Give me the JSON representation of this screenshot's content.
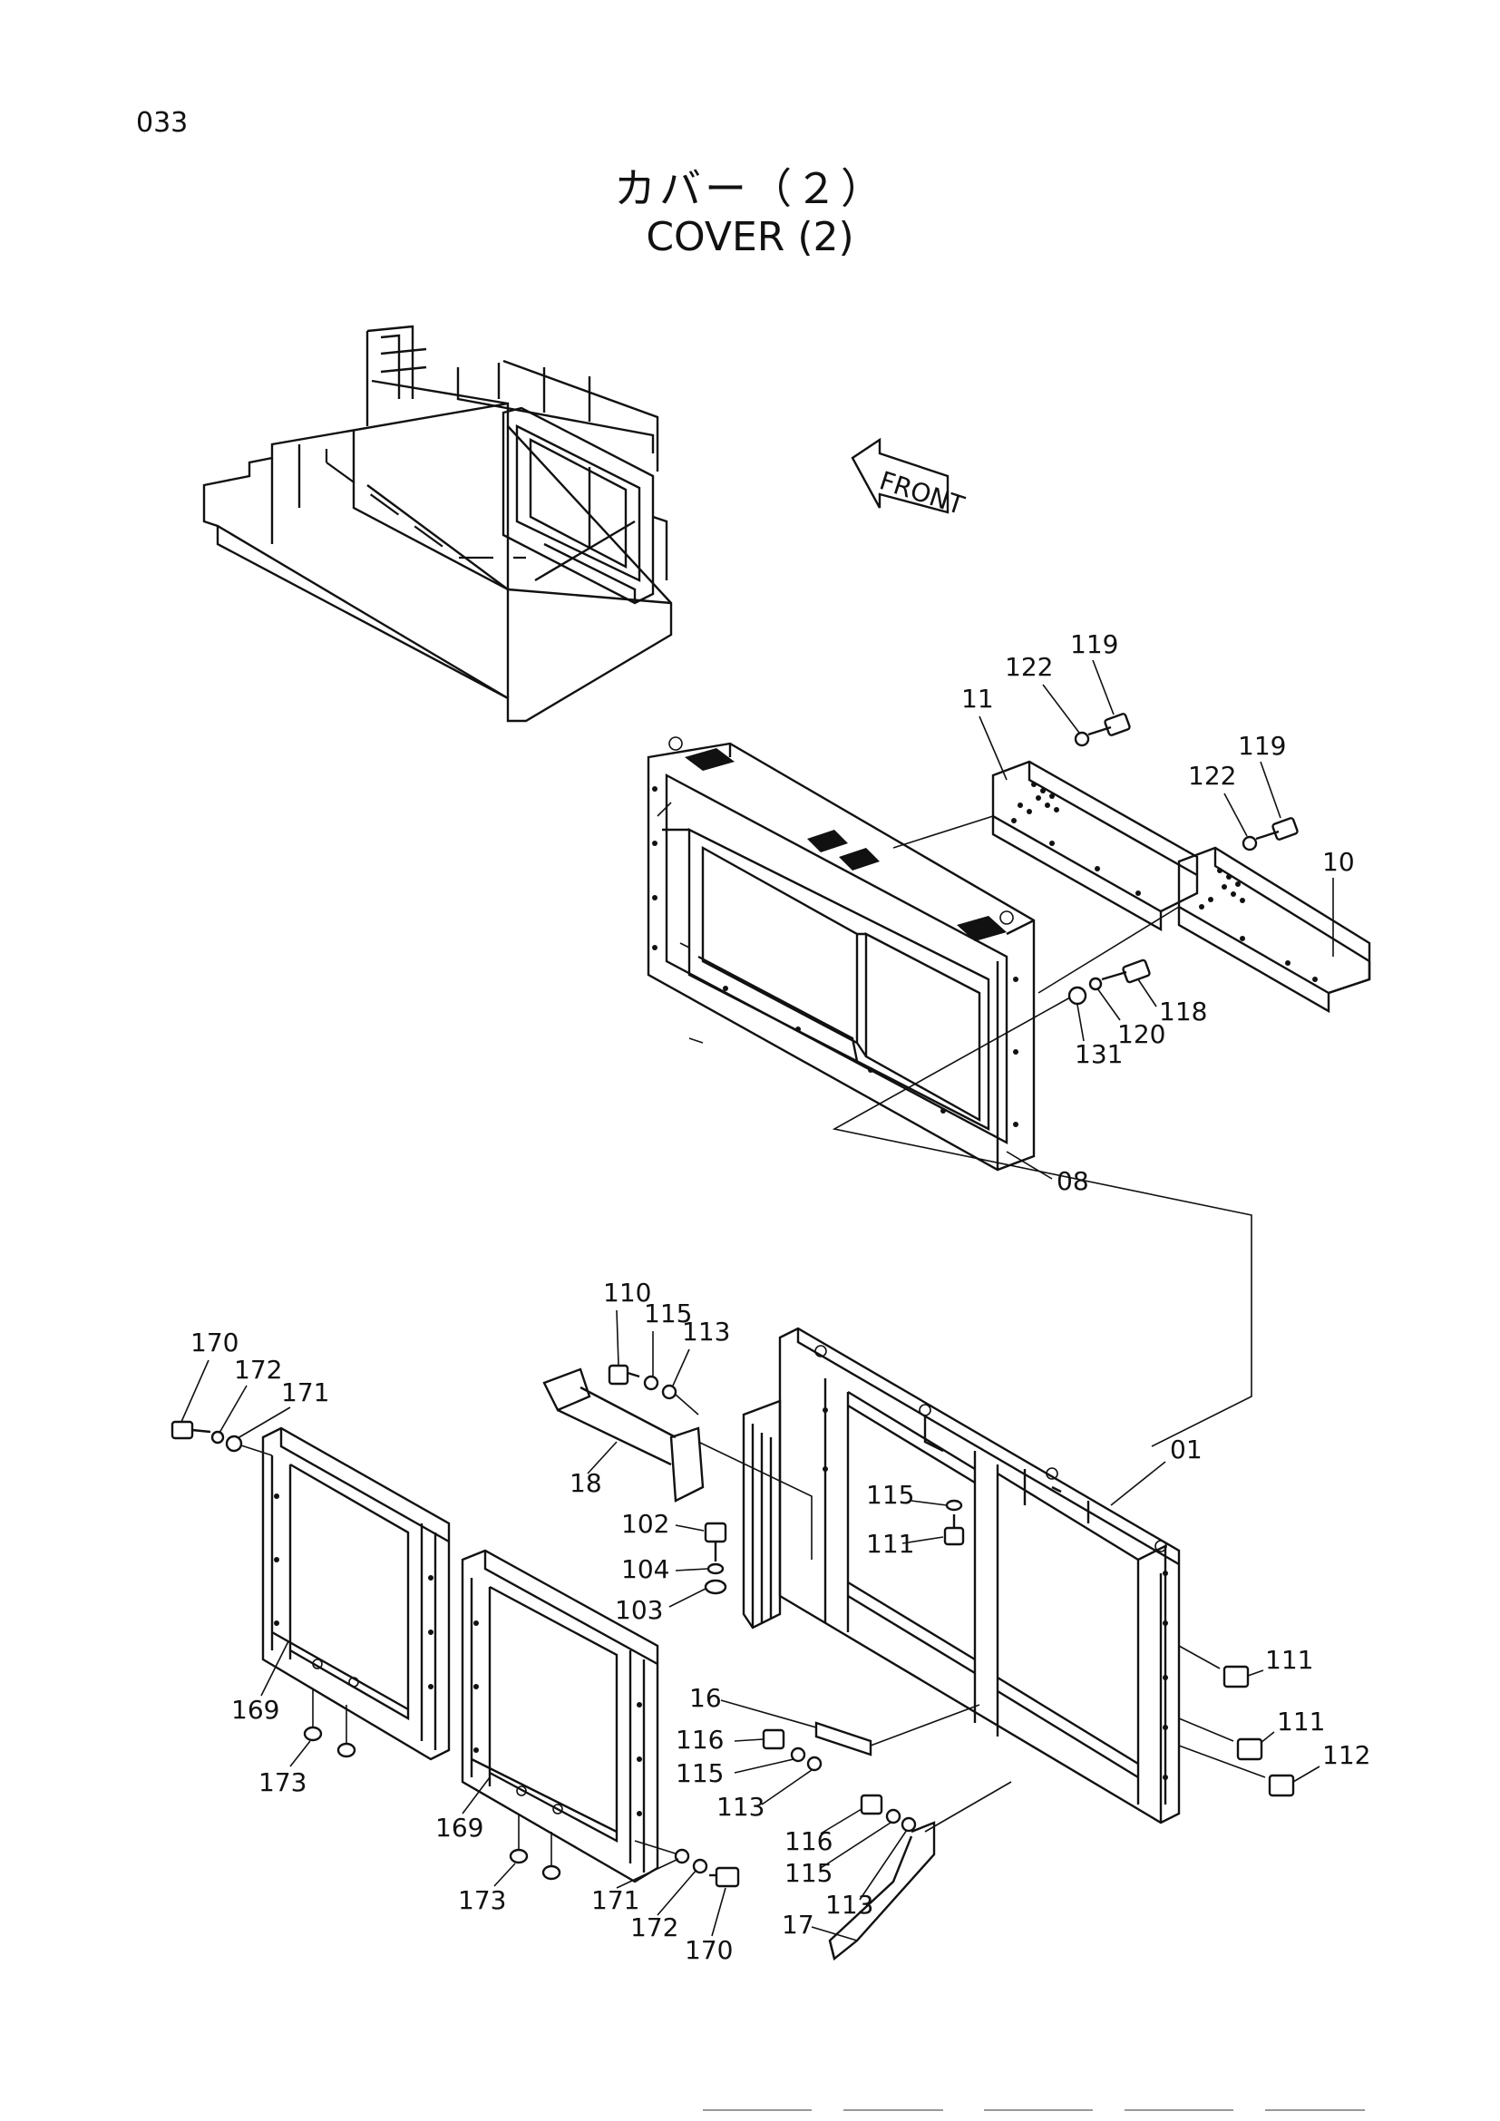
{
  "page_number": "033",
  "title": {
    "jp": "カバー（２）",
    "en": "COVER (2)"
  },
  "front_arrow_label": "FRONT",
  "callouts": {
    "c119a": "119",
    "c122a": "122",
    "c11": "11",
    "c119b": "119",
    "c122b": "122",
    "c10": "10",
    "c118": "118",
    "c120": "120",
    "c131": "131",
    "c08": "08",
    "c110": "110",
    "c115a": "115",
    "c113a": "113",
    "c170a": "170",
    "c172a": "172",
    "c171a": "171",
    "c18": "18",
    "c01": "01",
    "c115b": "115",
    "c111a": "111",
    "c102": "102",
    "c104": "104",
    "c103": "103",
    "c169a": "169",
    "c173a": "173",
    "c16": "16",
    "c116a": "116",
    "c115c": "115",
    "c113b": "113",
    "c111b": "111",
    "c111c": "111",
    "c112": "112",
    "c169b": "169",
    "c116b": "116",
    "c115d": "115",
    "c113c": "113",
    "c173b": "173",
    "c171b": "171",
    "c172b": "172",
    "c170b": "170",
    "c17": "17"
  }
}
